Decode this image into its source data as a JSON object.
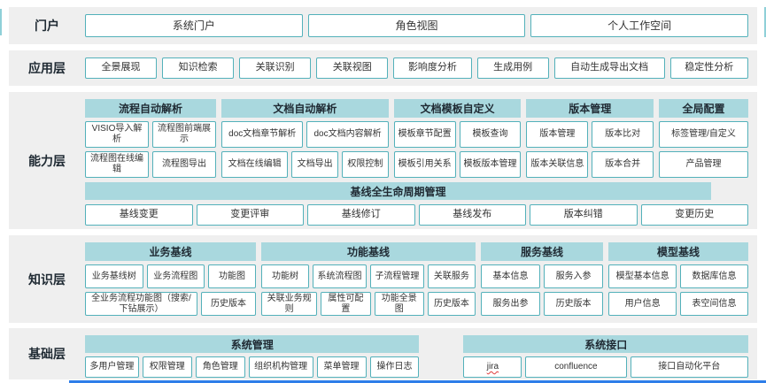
{
  "colors": {
    "header_fill": "#a9d8de",
    "button_border": "#53b1ba",
    "layer_bg": "#efefef",
    "bottom_bar": "#2e7ee9",
    "accent_tick": "#8fd0d8"
  },
  "layers": {
    "portal": {
      "label": "门户",
      "items": [
        "系统门户",
        "角色视图",
        "个人工作空间"
      ]
    },
    "app": {
      "label": "应用层",
      "items": [
        "全景展现",
        "知识检索",
        "关联识别",
        "关联视图",
        "影响度分析",
        "生成用例",
        "自动生成导出文档",
        "稳定性分析"
      ]
    },
    "capability": {
      "label": "能力层",
      "groups": [
        {
          "header": "流程自动解析",
          "rows": [
            [
              "VISIO导入解析",
              "流程图前端展示"
            ],
            [
              "流程图在线编辑",
              "流程图导出"
            ]
          ]
        },
        {
          "header": "文档自动解析",
          "rows": [
            [
              "doc文档章节解析",
              "doc文档内容解析"
            ],
            [
              "文档在线编辑",
              "文档导出",
              "权限控制"
            ]
          ]
        },
        {
          "header": "文档模板自定义",
          "rows": [
            [
              "模板章节配置",
              "模板查询"
            ],
            [
              "模板引用关系",
              "模板版本管理"
            ]
          ]
        },
        {
          "header": "版本管理",
          "rows": [
            [
              "版本管理",
              "版本比对"
            ],
            [
              "版本关联信息",
              "版本合并"
            ]
          ]
        },
        {
          "header": "全局配置",
          "rows": [
            [
              "标签管理/自定义"
            ],
            [
              "产品管理"
            ]
          ]
        }
      ],
      "baseline": {
        "header": "基线全生命周期管理",
        "items": [
          "基线变更",
          "变更评审",
          "基线修订",
          "基线发布",
          "版本纠错",
          "变更历史"
        ]
      }
    },
    "knowledge": {
      "label": "知识层",
      "groups": [
        {
          "header": "业务基线",
          "rows": [
            [
              "业务基线树",
              "业务流程图",
              "功能图"
            ],
            [
              "全业务流程功能图（搜索/下钻展示）",
              "历史版本"
            ]
          ]
        },
        {
          "header": "功能基线",
          "rows": [
            [
              "功能树",
              "系统流程图",
              "子流程管理",
              "关联服务"
            ],
            [
              "关联业务规则",
              "属性可配置",
              "功能全景图",
              "历史版本"
            ]
          ]
        },
        {
          "header": "服务基线",
          "rows": [
            [
              "基本信息",
              "服务入参"
            ],
            [
              "服务出参",
              "历史版本"
            ]
          ]
        },
        {
          "header": "模型基线",
          "rows": [
            [
              "模型基本信息",
              "数据库信息"
            ],
            [
              "用户信息",
              "表空间信息"
            ]
          ]
        }
      ]
    },
    "base": {
      "label": "基础层",
      "groups": [
        {
          "header": "系统管理",
          "items": [
            "多用户管理",
            "权限管理",
            "角色管理",
            "组织机构管理",
            "菜单管理",
            "操作日志"
          ]
        },
        {
          "header": "系统接口",
          "items": [
            "jira",
            "confluence",
            "接口自动化平台"
          ]
        }
      ]
    }
  }
}
